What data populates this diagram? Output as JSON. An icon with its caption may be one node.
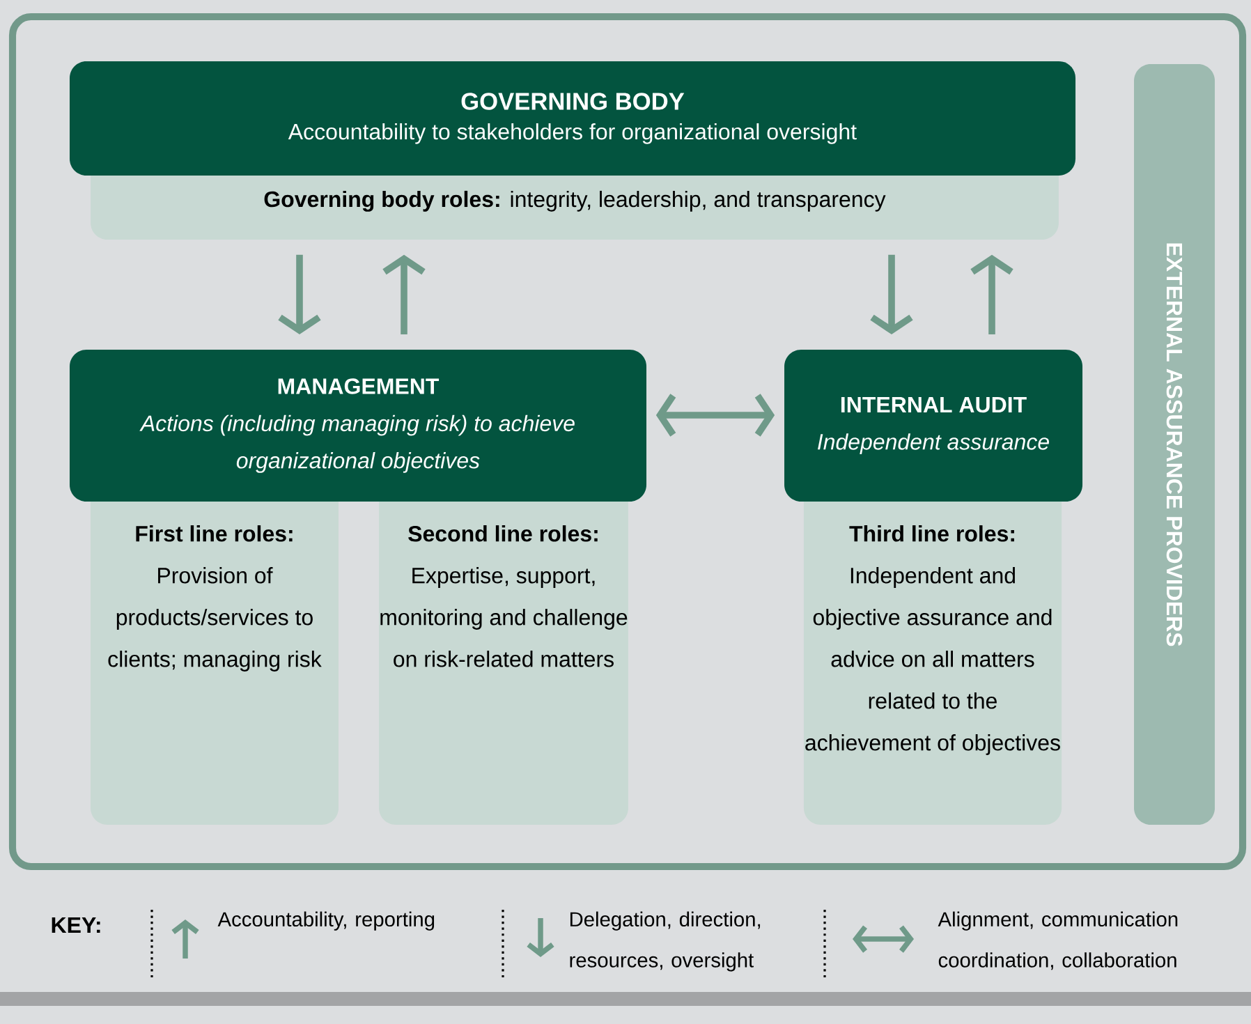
{
  "diagram": {
    "nodes": [
      {
        "text": [
          "GOVERNING BODY",
          "Accountability to stakeholders for organizational oversight"
        ]
      },
      {
        "text": [
          "**Governing body roles:** integrity, leadership, and transparency"
        ]
      },
      {
        "text": [
          "MANAGEMENT",
          "Actions (including managing risk) to achieve organizational objectives"
        ]
      },
      {
        "text": [
          "INTERNAL AUDIT",
          "Independent assurance"
        ]
      },
      {
        "text": [
          "First line roles:",
          "Provision of products/services to clients; managing risk"
        ]
      },
      {
        "text": [
          "Second line roles:",
          "Expertise, support, monitoring and challenge on risk-related matters"
        ]
      },
      {
        "text": [
          "Third line roles:",
          "Independent and objective assurance and advice on all matters related to the achievement of objectives"
        ]
      },
      {
        "text": [
          "EXTERNAL ASSURANCE PROVIDERS"
        ]
      }
    ],
    "edges": [
      {
        "from": 1,
        "to": 2,
        "arrow": "to"
      },
      {
        "from": 2,
        "to": 1,
        "arrow": "to"
      },
      {
        "from": 1,
        "to": 3,
        "arrow": "to"
      },
      {
        "from": 3,
        "to": 1,
        "arrow": "to"
      },
      {
        "from": 2,
        "to": 3,
        "arrow": "both"
      }
    ],
    "labels": [
      "KEY:"
    ],
    "legend": [
      {
        "text": "Accountability, reporting"
      },
      {
        "text": "Delegation, direction, resources, oversight"
      },
      {
        "text": "Alignment, communication coordination, collaboration"
      }
    ]
  }
}
